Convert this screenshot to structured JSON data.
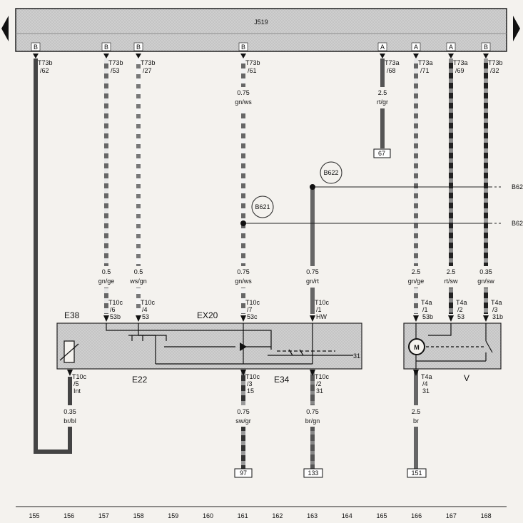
{
  "header": {
    "unit": "J519"
  },
  "pin_letters": {
    "p155": "B",
    "p157": "B",
    "p158": "B",
    "p161": "B",
    "p165": "A",
    "p166": "A",
    "p167": "A",
    "p168": "B"
  },
  "connectors": {
    "t155a": "T73b",
    "t155b": "/62",
    "t157a": "T73b",
    "t157b": "/53",
    "t158a": "T73b",
    "t158b": "/27",
    "t161a": "T73b",
    "t161b": "/61",
    "t165a": "T73a",
    "t165b": "/68",
    "t166a": "T73a",
    "t166b": "/71",
    "t167a": "T73a",
    "t167b": "/69",
    "t168a": "T73b",
    "t168b": "/32"
  },
  "wires": {
    "w161top_size": "0.75",
    "w161top_color": "gn/ws",
    "w165_size": "2.5",
    "w165_color": "rt/gr",
    "w157_size": "0.5",
    "w157_color": "gn/ge",
    "w158_size": "0.5",
    "w158_color": "ws/gn",
    "w161_size": "0.75",
    "w161_color": "gn/ws",
    "w163_size": "0.75",
    "w163_color": "gn/rt",
    "w166_size": "2.5",
    "w166_color": "gn/ge",
    "w167_size": "2.5",
    "w167_color": "rt/sw",
    "w168_size": "0.35",
    "w168_color": "gn/sw",
    "w156_size": "0.35",
    "w156_color": "br/bl",
    "w161b_size": "0.75",
    "w161b_color": "sw/gr",
    "w163b_size": "0.75",
    "w163b_color": "br/gn",
    "w166b_size": "2.5",
    "w166b_color": "br"
  },
  "splices": {
    "b621": "B621",
    "b622": "B622",
    "edge1": "B62",
    "edge2": "B62"
  },
  "component_pins": {
    "c157a": "T10c",
    "c157b": "/6",
    "c157c": "53b",
    "c158a": "T10c",
    "c158b": "/4",
    "c158c": "53",
    "c161a": "T10c",
    "c161b": "/7",
    "c161c": "53c",
    "c163a": "T10c",
    "c163b": "/1",
    "c163c": "HW",
    "c166a": "T4a",
    "c166b": "/1",
    "c166c": "53b",
    "c167a": "T4a",
    "c167b": "/2",
    "c167c": "53",
    "c168a": "T4a",
    "c168b": "/3",
    "c168c": "31b",
    "c156a": "T10c",
    "c156b": "/5",
    "c156c": "Int",
    "c161da": "T10c",
    "c161db": "/3",
    "c161dc": "15",
    "c163da": "T10c",
    "c163db": "/2",
    "c163dc": "31",
    "c166da": "T4a",
    "c166db": "/4",
    "c166dc": "31",
    "gnd31": "31"
  },
  "components": {
    "e38": "E38",
    "ex20": "EX20",
    "e22": "E22",
    "e34": "E34",
    "v": "V",
    "motor": "M"
  },
  "refs": {
    "r165": "67",
    "r161": "97",
    "r163": "133",
    "r166": "151"
  },
  "columns": [
    "155",
    "156",
    "157",
    "158",
    "159",
    "160",
    "161",
    "162",
    "163",
    "164",
    "165",
    "166",
    "167",
    "168"
  ]
}
